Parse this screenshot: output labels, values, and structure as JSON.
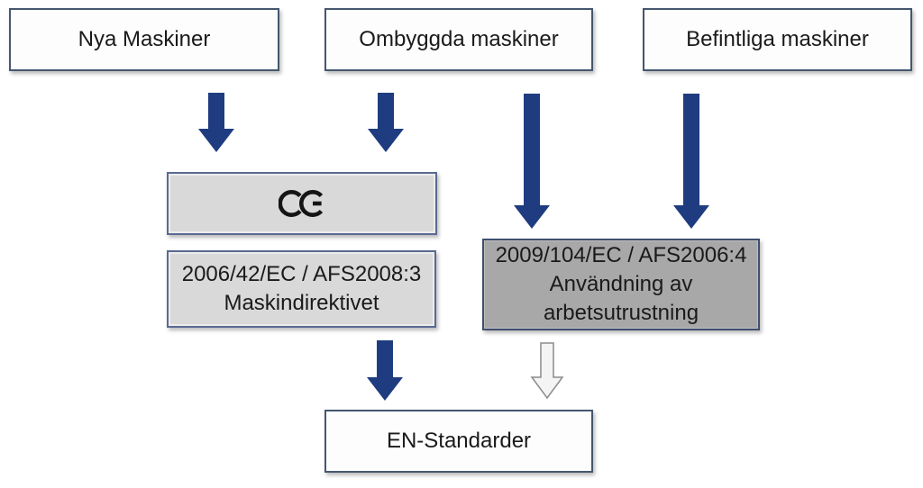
{
  "diagram": {
    "nodes": {
      "nya": {
        "label": "Nya Maskiner"
      },
      "ombyggda": {
        "label": "Ombyggda maskiner"
      },
      "befintliga": {
        "label": "Befintliga maskiner"
      },
      "ce": {
        "label": "CE"
      },
      "maskindirektivet": {
        "line1": "2006/42/EC / AFS2008:3",
        "line2": "Maskindirektivet"
      },
      "anvandning": {
        "line1": "2009/104/EC / AFS2006:4",
        "line2": "Användning av",
        "line3": "arbetsutrustning"
      },
      "en": {
        "label": "EN-Standarder"
      }
    },
    "colors": {
      "background": "#ffffff",
      "text": "#1a1a1a",
      "arrow_blue": "#1f3c80",
      "arrow_light_fill": "#f4f4f4",
      "arrow_light_stroke": "#8c8c8c",
      "white_box_fill": "#fdfdfd",
      "white_box_border": "#46576e",
      "light_box_fill": "#d9d9d9",
      "light_box_border": "#5a6a92",
      "dark_box_fill": "#a8a8a8",
      "dark_box_border": "#3e4e6d"
    }
  }
}
